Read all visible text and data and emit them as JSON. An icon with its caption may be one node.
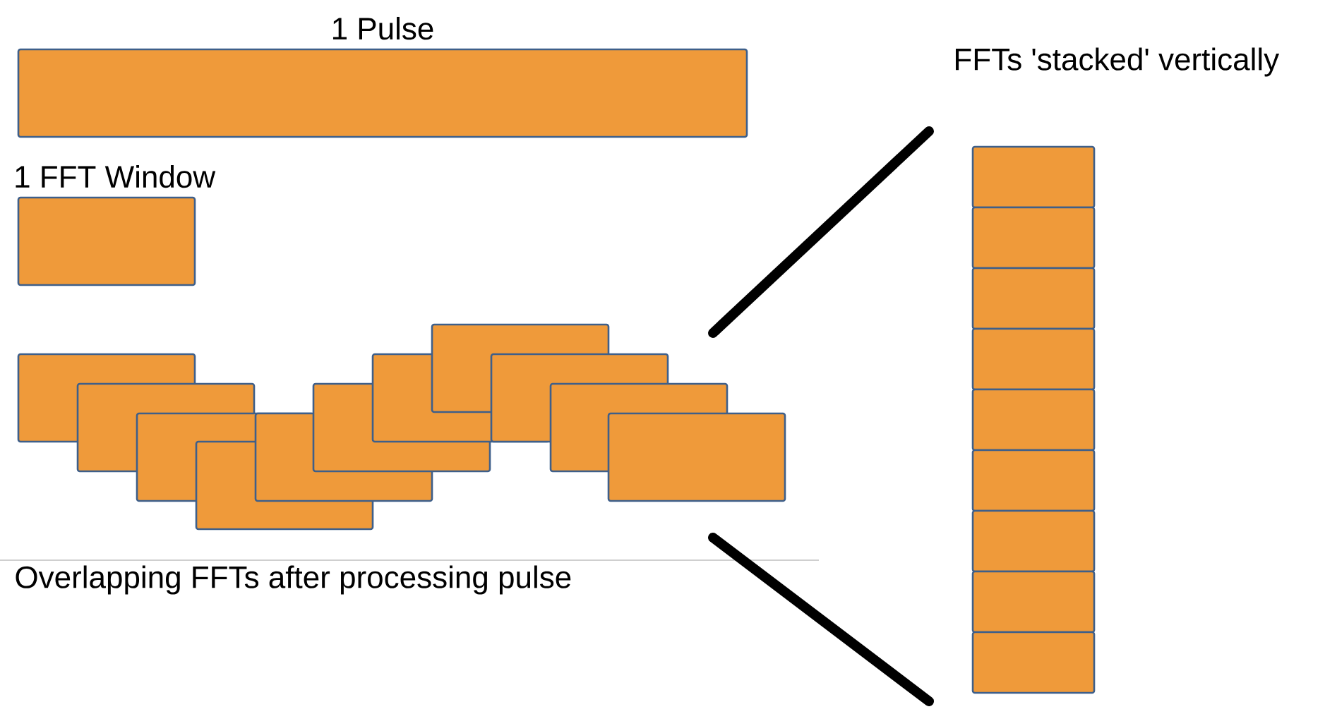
{
  "diagram": {
    "nodes": [
      {
        "text": [
          "1 Pulse"
        ]
      },
      {
        "text": [
          "1 FFT Window"
        ]
      },
      {
        "text": [],
        "shape": "box"
      },
      {
        "text": [],
        "shape": "box"
      },
      {
        "text": [],
        "shape": "box"
      },
      {
        "text": [],
        "shape": "box"
      },
      {
        "text": [],
        "shape": "box"
      },
      {
        "text": [],
        "shape": "box"
      },
      {
        "text": [],
        "shape": "box"
      },
      {
        "text": [],
        "shape": "box"
      },
      {
        "text": [],
        "shape": "box"
      },
      {
        "text": [],
        "shape": "box"
      },
      {
        "text": [],
        "shape": "box"
      },
      {
        "text": [],
        "shape": "box"
      },
      {
        "text": [],
        "shape": "box"
      },
      {
        "text": [],
        "shape": "box"
      },
      {
        "text": [],
        "shape": "box"
      },
      {
        "text": [],
        "shape": "box"
      },
      {
        "text": [],
        "shape": "box"
      },
      {
        "text": [],
        "shape": "box"
      },
      {
        "text": [],
        "shape": "box"
      },
      {
        "text": [],
        "shape": "box"
      }
    ],
    "labels": [
      "Overlapping FFTs after processing pulse",
      "FFTs 'stacked' vertically"
    ]
  }
}
